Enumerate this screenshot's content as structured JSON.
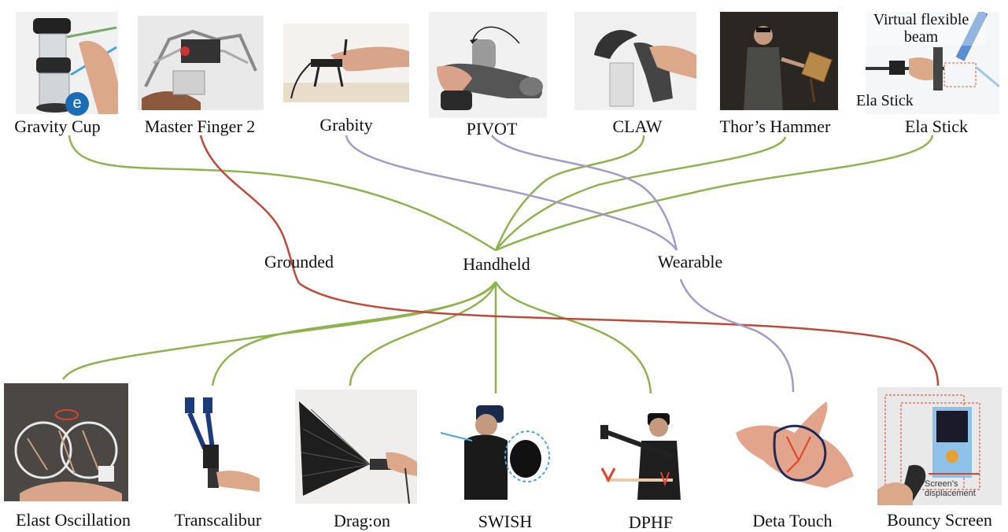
{
  "categories": {
    "grounded": "Grounded",
    "handheld": "Handheld",
    "wearable": "Wearable"
  },
  "devices_top": [
    {
      "name": "Gravity Cup",
      "category": "Handheld"
    },
    {
      "name": "Master Finger 2",
      "category": "Grounded"
    },
    {
      "name": "Grabity",
      "category": "Wearable"
    },
    {
      "name": "PIVOT",
      "category": "Wearable"
    },
    {
      "name": "CLAW",
      "category": "Handheld"
    },
    {
      "name": "Thor’s Hammer",
      "category": "Handheld"
    },
    {
      "name": "Ela Stick",
      "category": "Handheld"
    }
  ],
  "devices_bottom": [
    {
      "name": "Elast Oscillation",
      "category": "Handheld"
    },
    {
      "name": "Transcalibur",
      "category": "Handheld"
    },
    {
      "name": "Drag:on",
      "category": "Handheld"
    },
    {
      "name": "SWISH",
      "category": "Handheld"
    },
    {
      "name": "DPHF",
      "category": "Handheld"
    },
    {
      "name": "Deta Touch",
      "category": "Wearable"
    },
    {
      "name": "Bouncy Screen",
      "category": "Grounded"
    }
  ],
  "annotations": {
    "virtual_flexible_beam": "Virtual flexible beam",
    "ela_stick_inset": "Ela Stick",
    "screens_displacement": "Screen's displacement",
    "gravity_cup_badge": "e"
  },
  "colors": {
    "handheld": "#8fb24f",
    "grounded": "#bf4a3a",
    "wearable": "#a49ac6"
  }
}
